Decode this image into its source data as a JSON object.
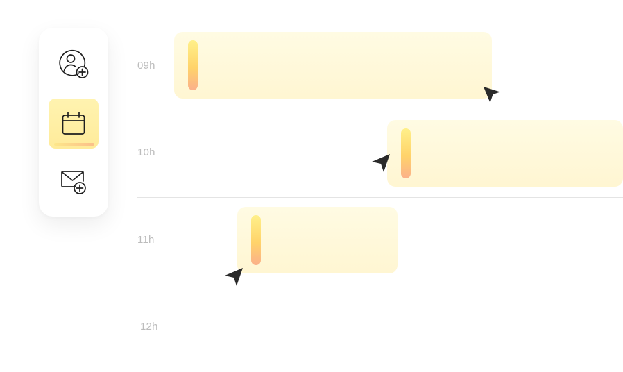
{
  "sidebar": {
    "items": [
      {
        "id": "add-contact",
        "icon": "user-plus-icon",
        "active": false
      },
      {
        "id": "calendar",
        "icon": "calendar-icon",
        "active": true
      },
      {
        "id": "add-mail",
        "icon": "mail-plus-icon",
        "active": false
      }
    ]
  },
  "timeline": {
    "hours": [
      {
        "label": "09h"
      },
      {
        "label": "10h"
      },
      {
        "label": "11h"
      },
      {
        "label": "12h"
      }
    ]
  },
  "colors": {
    "event_fill": "#fff8da",
    "accent_top": "#fff08a",
    "accent_bottom": "#fbb08a",
    "active_nav": "#ffeb9a",
    "hour_label": "#bcbcbc",
    "divider": "#e4e4e4",
    "cursor": "#2a2a2a"
  }
}
